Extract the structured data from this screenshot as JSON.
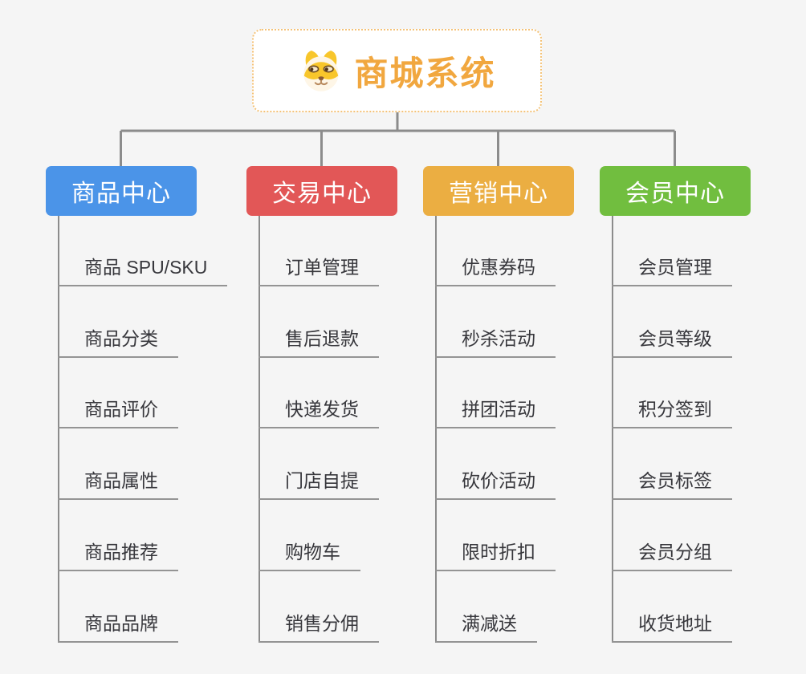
{
  "root": {
    "title": "商城系统",
    "icon": "dog-face-icon",
    "accent_color": "#F1A73F",
    "border_color": "#F4C277"
  },
  "colors": {
    "connector": "#8C8C8C",
    "leaf_line": "#949494",
    "canvas_bg": "#F5F5F5"
  },
  "branches": [
    {
      "label": "商品中心",
      "color": "#4B94E8",
      "items": [
        "商品 SPU/SKU",
        "商品分类",
        "商品评价",
        "商品属性",
        "商品推荐",
        "商品品牌"
      ]
    },
    {
      "label": "交易中心",
      "color": "#E25757",
      "items": [
        "订单管理",
        "售后退款",
        "快递发货",
        "门店自提",
        "购物车",
        "销售分佣"
      ]
    },
    {
      "label": "营销中心",
      "color": "#EBAE42",
      "items": [
        "优惠券码",
        "秒杀活动",
        "拼团活动",
        "砍价活动",
        "限时折扣",
        "满减送"
      ]
    },
    {
      "label": "会员中心",
      "color": "#71BE3F",
      "items": [
        "会员管理",
        "会员等级",
        "积分签到",
        "会员标签",
        "会员分组",
        "收货地址"
      ]
    }
  ]
}
